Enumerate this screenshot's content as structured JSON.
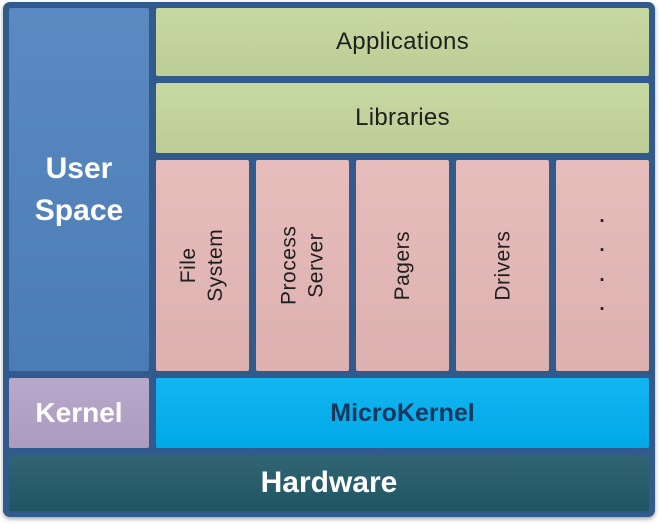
{
  "colors": {
    "frame": "#315a8d",
    "blue": "#4f81bd",
    "green": "#c3d69b",
    "pink": "#e5b8b7",
    "lavender": "#b2a2c7",
    "cyan": "#00b0f0",
    "teal": "#215968",
    "text-dark": "#1f1f1f",
    "text-navy": "#17375e",
    "text-white": "#ffffff"
  },
  "user_space": {
    "label": "User\nSpace"
  },
  "applications": {
    "label": "Applications"
  },
  "libraries": {
    "label": "Libraries"
  },
  "services": [
    {
      "label": "File\nSystem"
    },
    {
      "label": "Process\nServer"
    },
    {
      "label": "Pagers"
    },
    {
      "label": "Drivers"
    },
    {
      "label": "·\n·\n·\n·"
    }
  ],
  "kernel": {
    "label": "Kernel"
  },
  "microkernel": {
    "label": "MicroKernel"
  },
  "hardware": {
    "label": "Hardware"
  }
}
